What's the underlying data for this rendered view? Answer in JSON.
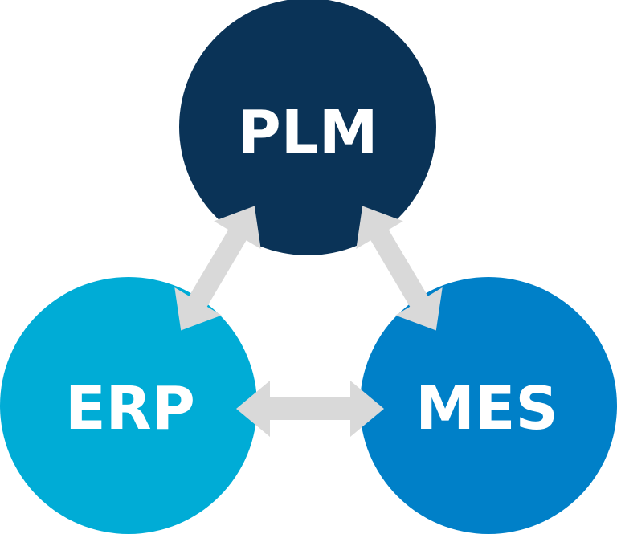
{
  "nodes": {
    "plm": {
      "label": "PLM",
      "color": "#0a3357"
    },
    "erp": {
      "label": "ERP",
      "color": "#00acd6"
    },
    "mes": {
      "label": "MES",
      "color": "#0080c8"
    }
  },
  "arrow_color": "#d9d9d9"
}
